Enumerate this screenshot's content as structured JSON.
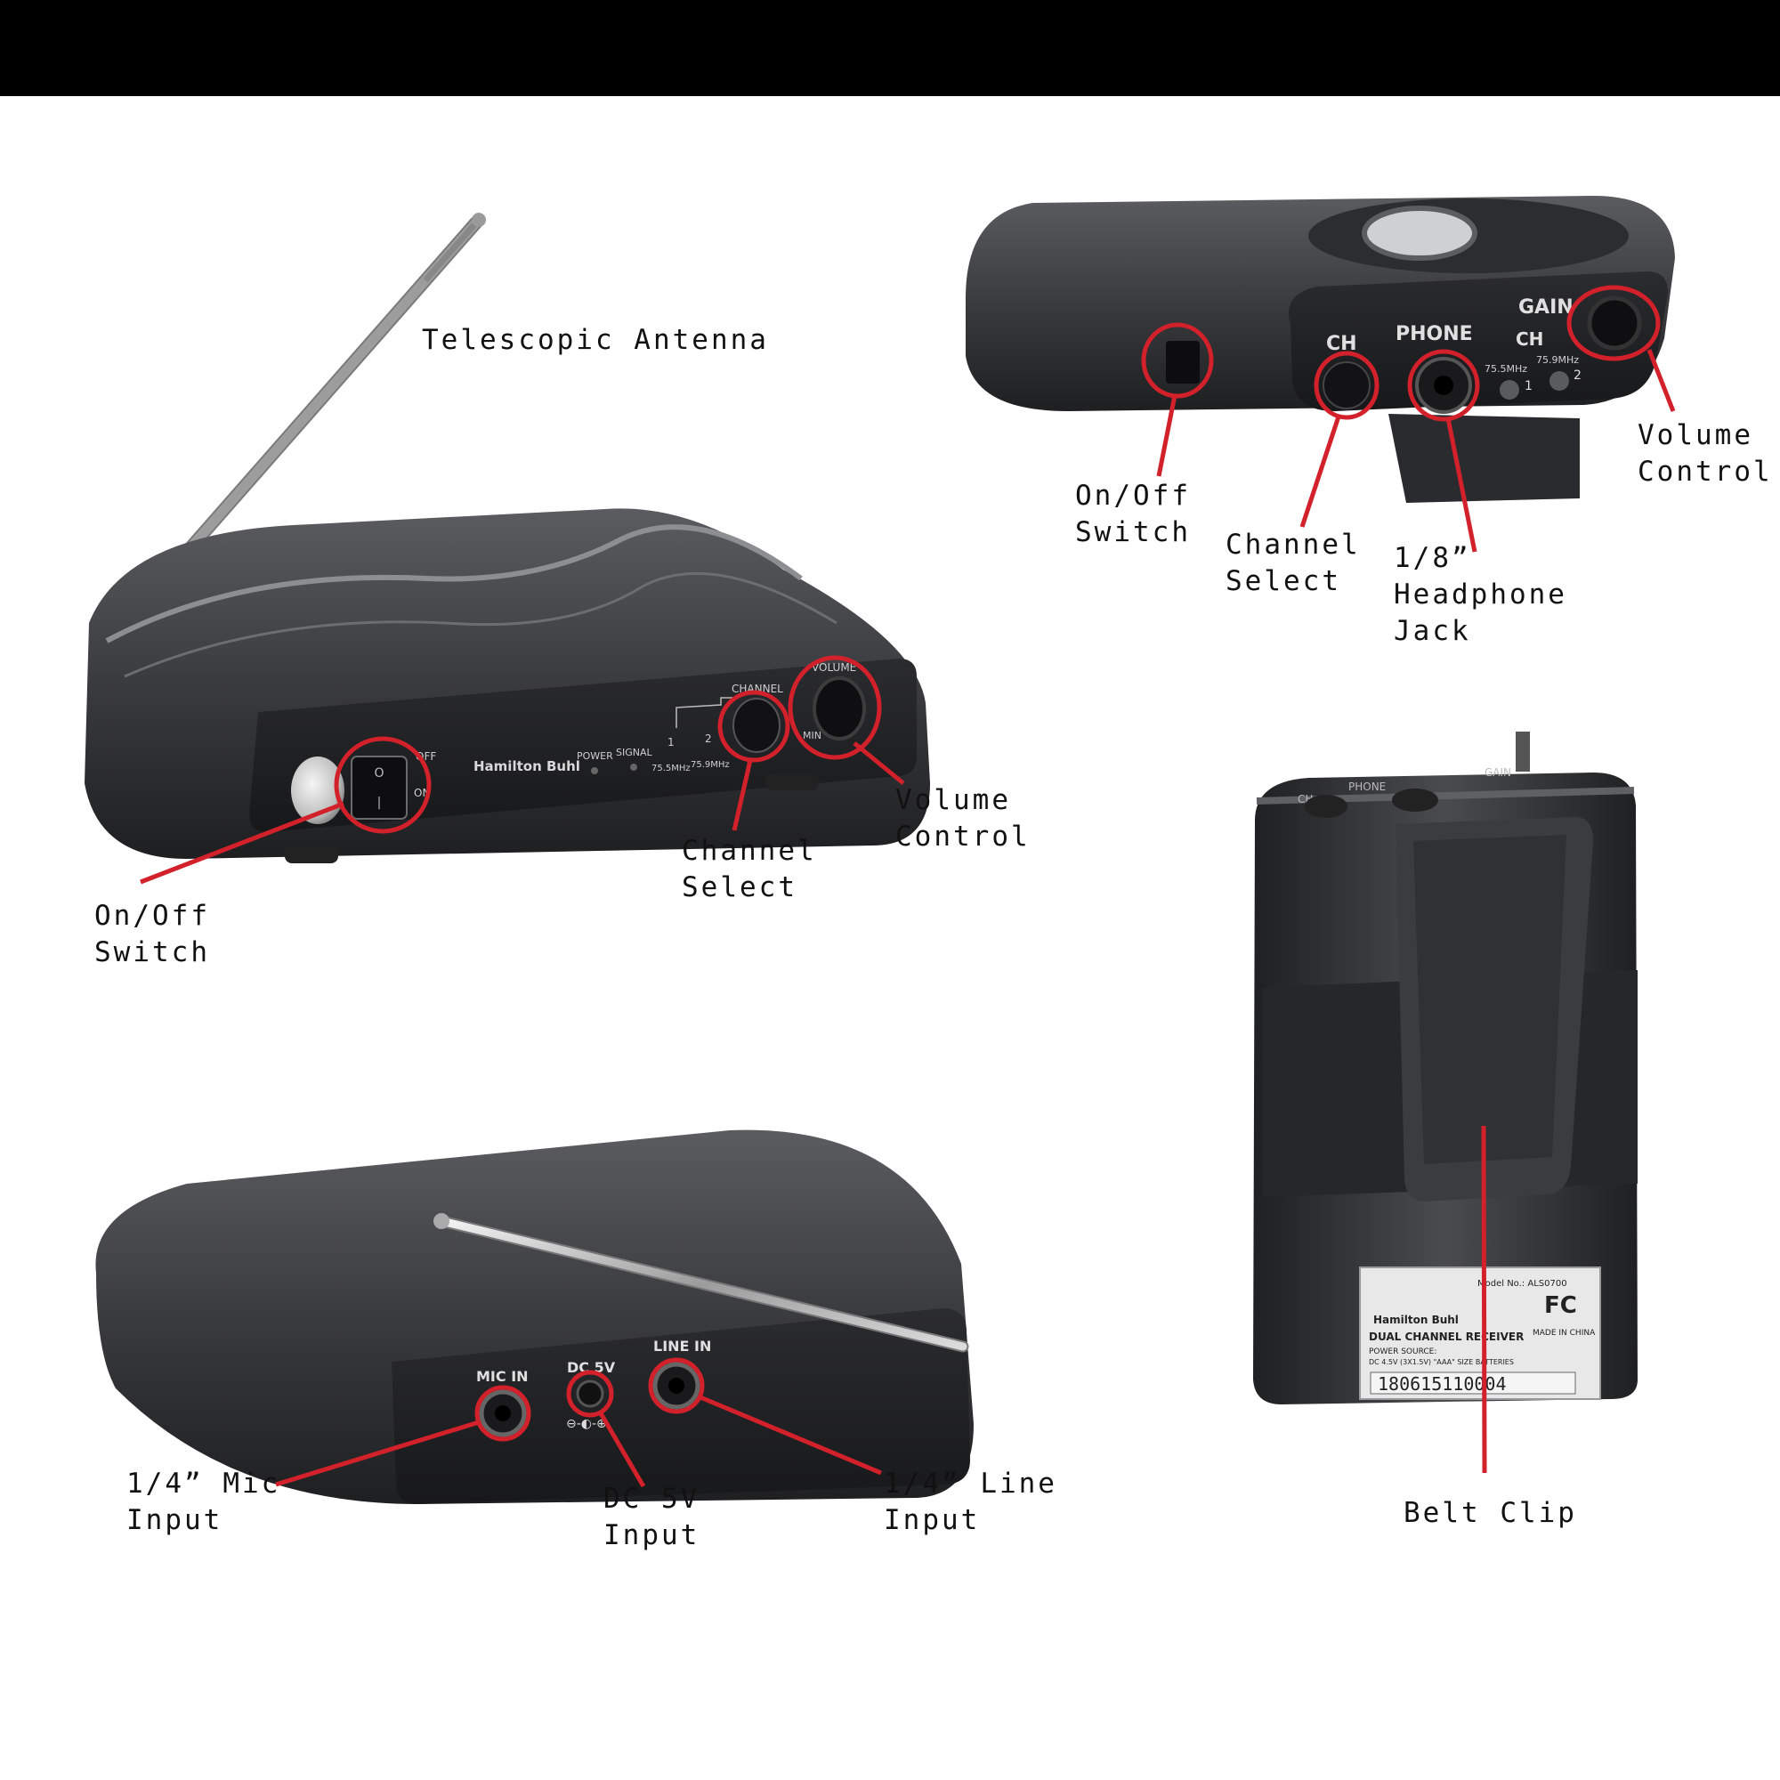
{
  "colors": {
    "callout": "#d3212b",
    "device": "#3a3b3e",
    "device_dark": "#1e1f21",
    "top_bar": "#000000"
  },
  "device_text": {
    "base_volume": "VOLUME",
    "base_channel": "CHANNEL",
    "base_off": "OFF",
    "base_on": "ON",
    "base_min": "MIN",
    "base_power": "POWER",
    "base_signal": "SIGNAL",
    "base_ch1": "1",
    "base_ch2": "2",
    "base_freq1": "75.5MHz",
    "base_freq2": "75.9MHz",
    "brand": "Hamilton Buhl",
    "pocket_ch": "CH",
    "pocket_phone": "PHONE",
    "pocket_gain": "GAIN",
    "pocket_ch_small": "CH",
    "pocket_freq1": "75.5MHz",
    "pocket_freq2": "75.9MHz",
    "pocket_led1": "1",
    "pocket_led2": "2",
    "back_ch": "CH",
    "back_phone": "PHONE",
    "back_gain": "GAIN",
    "rear_mic": "MIC IN",
    "rear_dc": "DC 5V",
    "rear_line": "LINE IN",
    "label_model": "Model No.: ALS0700",
    "label_fcc": "FC",
    "label_title": "DUAL CHANNEL RECEIVER",
    "label_made": "MADE IN CHINA",
    "label_power": "POWER SOURCE:",
    "label_dc": "DC 4.5V (3X1.5V) \"AAA\" SIZE BATTERIES",
    "label_serial": "180615110004"
  },
  "callouts": {
    "telescopic_antenna": [
      "Telescopic Antenna"
    ],
    "base_onoff": [
      "On/Off",
      "Switch"
    ],
    "base_channel": [
      "Channel",
      "Select"
    ],
    "base_volume": [
      "Volume",
      "Control"
    ],
    "pocket_onoff": [
      "On/Off",
      "Switch"
    ],
    "pocket_channel": [
      "Channel",
      "Select"
    ],
    "pocket_headphone": [
      "1/8”",
      "Headphone",
      "Jack"
    ],
    "pocket_volume": [
      "Volume",
      "Control"
    ],
    "mic_input": [
      "1/4” Mic",
      "Input"
    ],
    "dc_input": [
      "DC 5V",
      "Input"
    ],
    "line_input": [
      "1/4” Line",
      "Input"
    ],
    "belt_clip": [
      "Belt Clip"
    ]
  }
}
